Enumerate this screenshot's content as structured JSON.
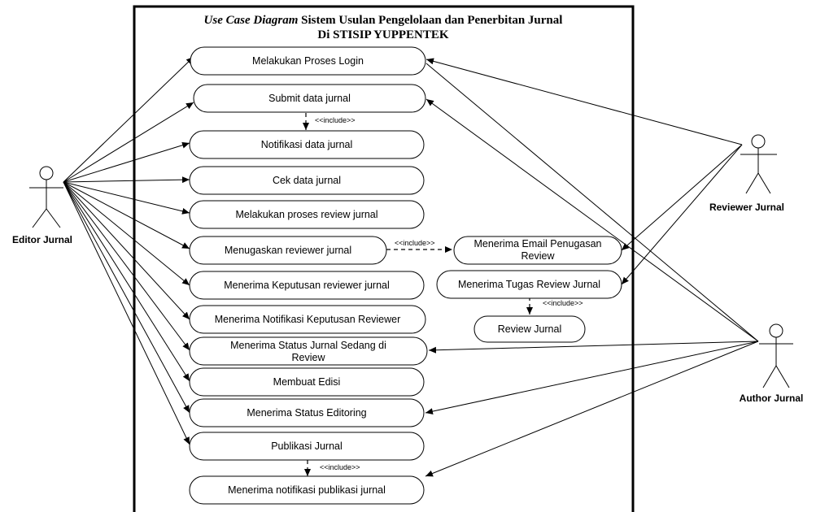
{
  "title": {
    "italic": "Use Case Diagram",
    "rest": " Sistem Usulan Pengelolaan dan Penerbitan Jurnal",
    "line2": "Di STISIP YUPPENTEK"
  },
  "actors": {
    "editor": "Editor Jurnal",
    "reviewer": "Reviewer Jurnal",
    "author": "Author Jurnal"
  },
  "include_label": "<<include>>",
  "use_cases": {
    "login": "Melakukan Proses Login",
    "submit": "Submit data jurnal",
    "notif_data": "Notifikasi data jurnal",
    "cek_data": "Cek data jurnal",
    "proses_review": "Melakukan proses review jurnal",
    "menugaskan": "Menugaskan reviewer jurnal",
    "keputusan": "Menerima Keputusan reviewer jurnal",
    "notif_keputusan": "Menerima Notifikasi Keputusan Reviewer",
    "status_review_1": "Menerima Status Jurnal Sedang di",
    "status_review_2": "Review",
    "membuat_edisi": "Membuat Edisi",
    "status_editoring": "Menerima Status Editoring",
    "publikasi": "Publikasi Jurnal",
    "notif_publikasi": "Menerima notifikasi publikasi jurnal",
    "email_penugasan_1": "Menerima Email Penugasan",
    "email_penugasan_2": "Review",
    "tugas_review": "Menerima Tugas Review Jurnal",
    "review_jurnal": "Review Jurnal"
  }
}
